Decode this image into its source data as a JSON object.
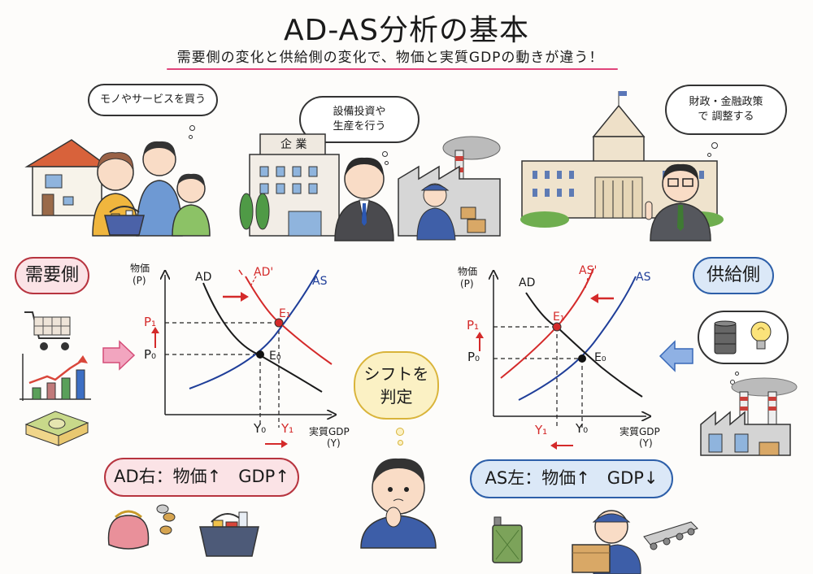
{
  "header": {
    "title": "AD-AS分析の基本",
    "subtitle": "需要側の変化と供給側の変化で、物価と実質GDPの動きが違う！",
    "underline_color": "#e0447a"
  },
  "scenes": {
    "household": {
      "thought": "モノやサービスを買う",
      "icons": [
        "house-icon",
        "family-icon",
        "shopping-basket-icon"
      ]
    },
    "firm": {
      "thought_line1": "設備投資や",
      "thought_line2": "生産を行う",
      "building_sign": "企 業",
      "icons": [
        "office-building-icon",
        "businessman-icon",
        "factory-icon",
        "worker-icon"
      ]
    },
    "government": {
      "thought_line1": "財政・金融政策",
      "thought_line2": "で 調整する",
      "icons": [
        "diet-building-icon",
        "official-icon"
      ]
    }
  },
  "demand_side": {
    "label": "需要側",
    "color": "#b7343f",
    "fill": "#fbe3e6",
    "icons": [
      "shopping-cart-icon",
      "rising-bar-chart-icon",
      "money-stack-icon"
    ],
    "arrow_color": "#ef8fae",
    "summary": "AD右：物価↑　GDP↑",
    "summary_icons": [
      "coin-purse-icon",
      "coins-icon",
      "grocery-basket-icon"
    ]
  },
  "supply_side": {
    "label": "供給側",
    "color": "#2d5fa9",
    "fill": "#dbe8f7",
    "icons": [
      "oil-drum-icon",
      "light-bulb-icon",
      "factory-icon"
    ],
    "arrow_color": "#6f97d6",
    "summary": "AS左：物価↑　GDP↓",
    "summary_icons": [
      "jerry-can-icon",
      "worried-worker-icon",
      "conveyor-belt-icon"
    ]
  },
  "center": {
    "thought_line1": "シフトを",
    "thought_line2": "判定",
    "icons": [
      "thinking-boy-icon"
    ]
  },
  "chart_data": [
    {
      "type": "line",
      "title": "AD shift right",
      "xlabel": "実質GDP (Y)",
      "ylabel": "物価 (P)",
      "ylabel_line1": "物価",
      "ylabel_line2": "(P)",
      "xlabel_line1": "実質GDP",
      "xlabel_line2": "(Y)",
      "series": [
        {
          "name": "AD",
          "color": "#1a1a1a",
          "shape": "downward-sloping"
        },
        {
          "name": "AD'",
          "color": "#d42a2a",
          "shape": "downward-sloping, shifted right"
        },
        {
          "name": "AS",
          "color": "#1f3e99",
          "shape": "upward-sloping"
        }
      ],
      "points": [
        {
          "name": "E0",
          "label": "E₀",
          "x": "Y0",
          "y": "P0",
          "color": "#111111"
        },
        {
          "name": "E1",
          "label": "E₁",
          "x": "Y1",
          "y": "P1",
          "color": "#d42a2a"
        }
      ],
      "ticks": {
        "y": [
          {
            "label": "P₀",
            "color": "#1a1a1a"
          },
          {
            "label": "P₁",
            "color": "#d42a2a"
          }
        ],
        "x": [
          {
            "label": "Y₀",
            "color": "#1a1a1a"
          },
          {
            "label": "Y₁",
            "color": "#d42a2a"
          }
        ]
      },
      "annotations": [
        "→ (AD shifts right)",
        "↑ price P0→P1",
        "→ output Y0→Y1"
      ],
      "result": "P↑, Y↑",
      "grid": false
    },
    {
      "type": "line",
      "title": "AS shift left",
      "xlabel": "実質GDP (Y)",
      "ylabel": "物価 (P)",
      "ylabel_line1": "物価",
      "ylabel_line2": "(P)",
      "xlabel_line1": "実質GDP",
      "xlabel_line2": "(Y)",
      "series": [
        {
          "name": "AD",
          "color": "#1a1a1a",
          "shape": "downward-sloping"
        },
        {
          "name": "AS'",
          "color": "#d42a2a",
          "shape": "upward-sloping, shifted left"
        },
        {
          "name": "AS",
          "color": "#1f3e99",
          "shape": "upward-sloping"
        }
      ],
      "points": [
        {
          "name": "E0",
          "label": "E₀",
          "x": "Y0",
          "y": "P0",
          "color": "#111111"
        },
        {
          "name": "E1",
          "label": "E₁",
          "x": "Y1",
          "y": "P1",
          "color": "#d42a2a"
        }
      ],
      "ticks": {
        "y": [
          {
            "label": "P₀",
            "color": "#1a1a1a"
          },
          {
            "label": "P₁",
            "color": "#d42a2a"
          }
        ],
        "x": [
          {
            "label": "Y₁",
            "color": "#d42a2a"
          },
          {
            "label": "Y₀",
            "color": "#1a1a1a"
          }
        ]
      },
      "annotations": [
        "← (AS shifts left)",
        "↑ price P0→P1",
        "← output Y0→Y1"
      ],
      "result": "P↑, Y↓",
      "grid": false
    }
  ],
  "charts": {
    "left": {
      "y_l1": "物価",
      "y_l2": "(P)",
      "x_l1": "実質GDP",
      "x_l2": "(Y)",
      "ad": "AD",
      "ad2": "AD'",
      "as": "AS",
      "p0": "P₀",
      "p1": "P₁",
      "y0": "Y₀",
      "y1": "Y₁",
      "e0": "E₀",
      "e1": "E₁",
      "up": "↑"
    },
    "right": {
      "y_l1": "物価",
      "y_l2": "(P)",
      "x_l1": "実質GDP",
      "x_l2": "(Y)",
      "ad": "AD",
      "as2": "AS'",
      "as": "AS",
      "p0": "P₀",
      "p1": "P₁",
      "y0": "Y₀",
      "y1": "Y₁",
      "e0": "E₀",
      "e1": "E₁",
      "up": "↑"
    }
  }
}
